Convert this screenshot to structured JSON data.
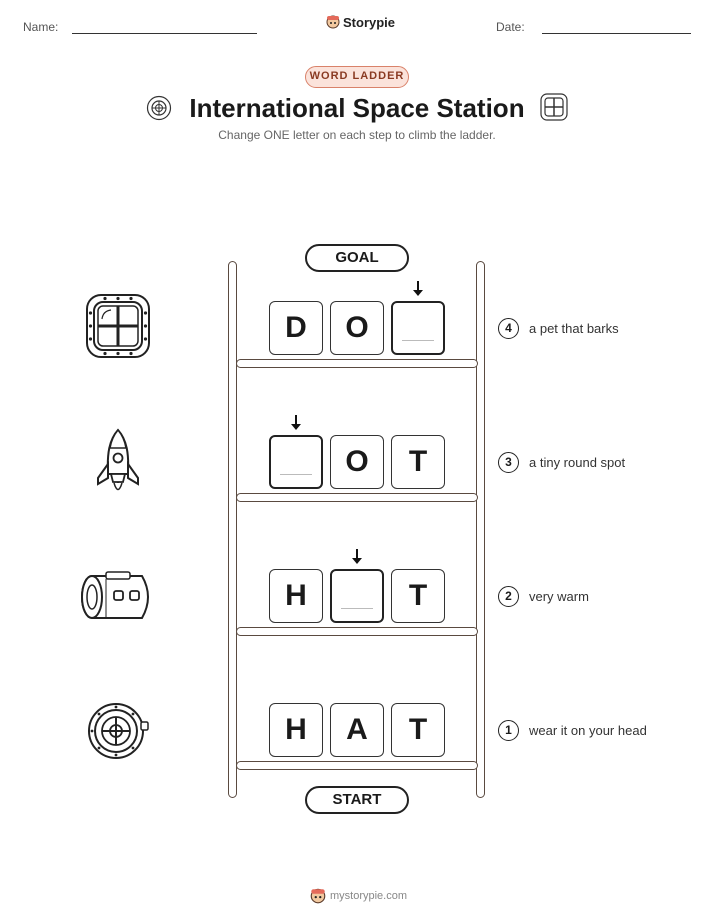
{
  "header": {
    "name_label": "Name:",
    "date_label": "Date:",
    "brand": "Storypie"
  },
  "badge": "WORD LADDER",
  "title": "International Space Station",
  "subtitle": "Change ONE letter on each step to climb the ladder.",
  "ladder": {
    "goal_label": "GOAL",
    "start_label": "START",
    "steps": [
      {
        "number": "4",
        "clue": "a pet that barks",
        "letters": [
          "D",
          "O",
          ""
        ],
        "icon": "porthole-window-icon"
      },
      {
        "number": "3",
        "clue": "a tiny round spot",
        "letters": [
          "",
          "O",
          "T"
        ],
        "icon": "rocket-icon"
      },
      {
        "number": "2",
        "clue": "very warm",
        "letters": [
          "H",
          "",
          "T"
        ],
        "icon": "space-module-icon"
      },
      {
        "number": "1",
        "clue": "wear it on your head",
        "letters": [
          "H",
          "A",
          "T"
        ],
        "icon": "hatch-door-icon"
      }
    ]
  },
  "footer": "mystorypie.com"
}
